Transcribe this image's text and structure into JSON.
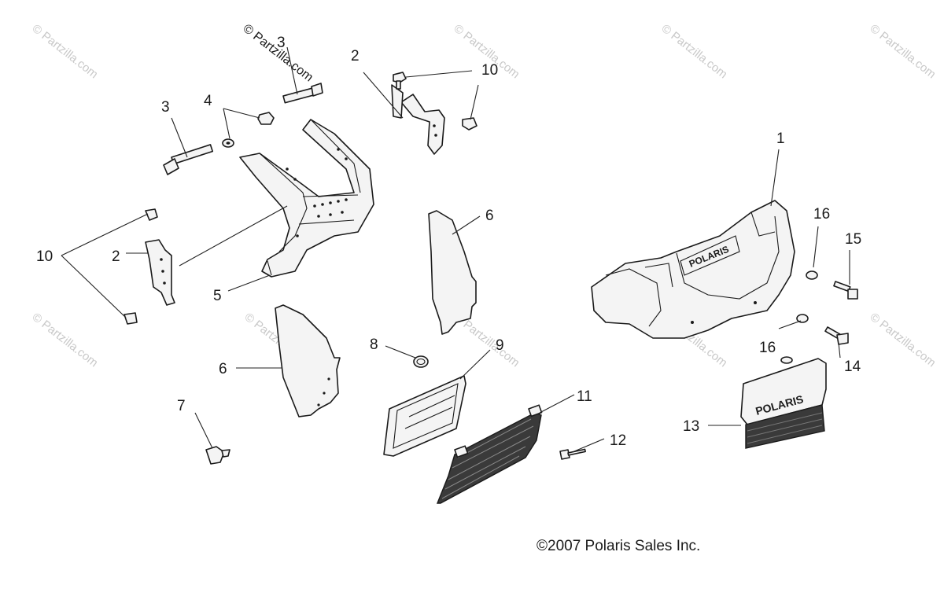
{
  "diagram": {
    "copyright": "©2007 Polaris Sales Inc.",
    "watermark": "© Partzilla.com",
    "brand_text": "POLARIS",
    "callouts": {
      "c1": "1",
      "c2a": "2",
      "c2b": "2",
      "c3a": "3",
      "c3b": "3",
      "c4": "4",
      "c5": "5",
      "c6a": "6",
      "c6b": "6",
      "c7": "7",
      "c8": "8",
      "c9": "9",
      "c10a": "10",
      "c10b": "10",
      "c11": "11",
      "c12": "12",
      "c13": "13",
      "c14": "14",
      "c15": "15",
      "c16a": "16",
      "c16b": "16"
    }
  }
}
